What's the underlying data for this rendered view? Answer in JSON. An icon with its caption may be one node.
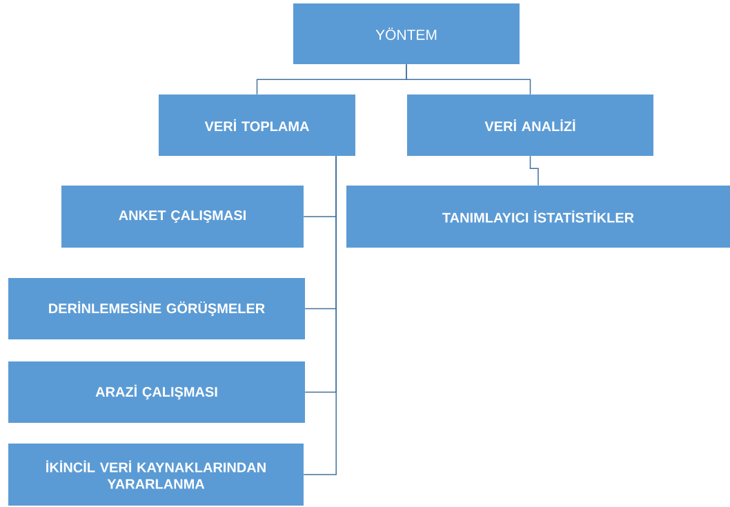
{
  "diagram": {
    "nodes": [
      {
        "text": [
          "YÖNTEM"
        ]
      },
      {
        "text": [
          "VERİ TOPLAMA"
        ]
      },
      {
        "text": [
          "VERİ ANALİZİ"
        ]
      },
      {
        "text": [
          "ANKET ÇALIŞMASI"
        ]
      },
      {
        "text": [
          "DERİNLEMESİNE GÖRÜŞMELER"
        ]
      },
      {
        "text": [
          "ARAZİ ÇALIŞMASI"
        ]
      },
      {
        "text": [
          "İKİNCİL VERİ KAYNAKLARINDAN YARARLANMA"
        ]
      },
      {
        "text": [
          "TANIMLAYICI İSTATİSTİKLER"
        ]
      }
    ],
    "edges": [
      {
        "from": 0,
        "to": 1,
        "arrow": "none"
      },
      {
        "from": 0,
        "to": 2,
        "arrow": "none"
      },
      {
        "from": 1,
        "to": 3,
        "arrow": "none"
      },
      {
        "from": 1,
        "to": 4,
        "arrow": "none"
      },
      {
        "from": 1,
        "to": 5,
        "arrow": "none"
      },
      {
        "from": 1,
        "to": 6,
        "arrow": "none"
      },
      {
        "from": 2,
        "to": 7,
        "arrow": "none"
      }
    ]
  }
}
